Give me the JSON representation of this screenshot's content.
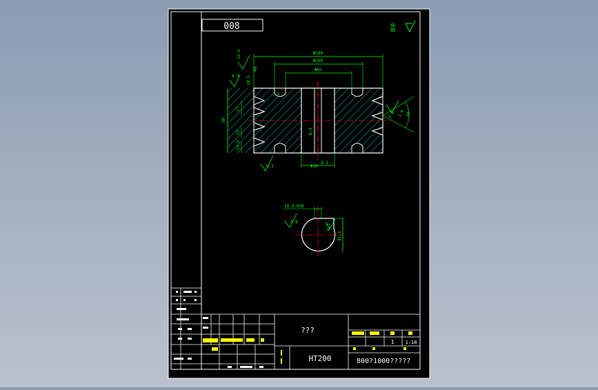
{
  "colors": {
    "sheet": "#000000",
    "frame": "#ffffff",
    "dimension": "#00ff00",
    "centerline": "#ff0000",
    "hatch": "#00c8c8",
    "tick": "#ffff00",
    "outline": "#ffffff"
  },
  "title_block": {
    "drawing_number_box": "008",
    "part_name": "???",
    "material": "HT200",
    "code": "800?1000?????",
    "quantity": "1",
    "scale": "1:10"
  },
  "roughness": {
    "corner": "其余"
  },
  "dimensions": {
    "outer_dia_1": "Φ180",
    "outer_dia_2": "Φ160",
    "inner_dia": "Φ65",
    "left_top": "12.5",
    "left_rough": "6.3",
    "top_left_small": "40",
    "top_left_small2": "10.5",
    "left_height": "90",
    "left_a": "17",
    "left_b": "15",
    "left_c": "13.5",
    "groove_width": "5",
    "center_label": "6.3",
    "bore_bottom": "Φ38",
    "bore_bottom2": "0.1",
    "bottom_rough": "6.3",
    "right_angle": "34°",
    "right_rough": "3.2",
    "right_rough2": "1.6",
    "key_width": "10-0.036",
    "key_rough": "3.6",
    "key_depth": "41.3",
    "key_rough2": "6.3"
  }
}
